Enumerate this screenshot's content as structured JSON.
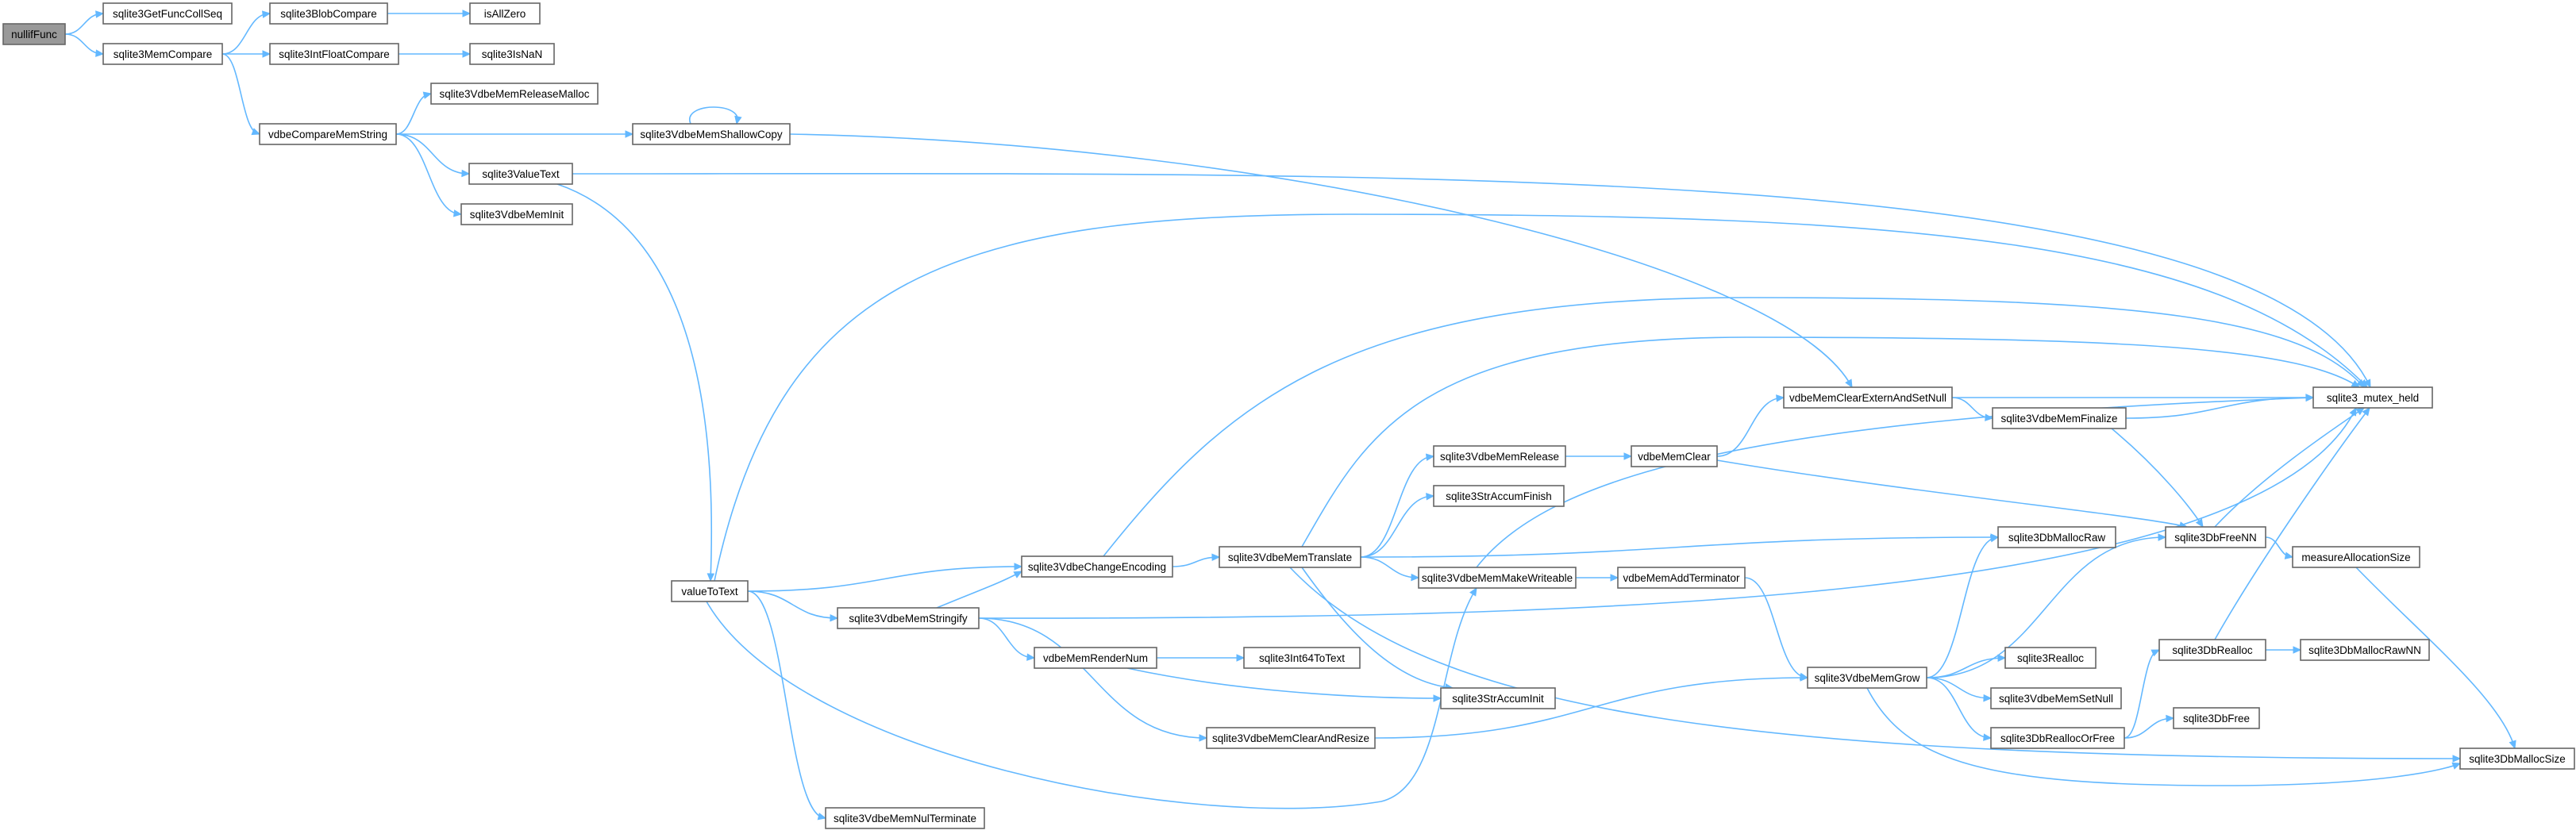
{
  "graph": {
    "root": "nullifFunc",
    "colors": {
      "edge": "#63b8ff",
      "node_border": "#666666",
      "root_fill": "#999999",
      "node_fill": "#ffffff"
    },
    "nodes": [
      {
        "id": "nullifFunc",
        "label": "nullifFunc"
      },
      {
        "id": "sqlite3GetFuncCollSeq",
        "label": "sqlite3GetFuncCollSeq"
      },
      {
        "id": "sqlite3MemCompare",
        "label": "sqlite3MemCompare"
      },
      {
        "id": "sqlite3BlobCompare",
        "label": "sqlite3BlobCompare"
      },
      {
        "id": "isAllZero",
        "label": "isAllZero"
      },
      {
        "id": "sqlite3IntFloatCompare",
        "label": "sqlite3IntFloatCompare"
      },
      {
        "id": "sqlite3IsNaN",
        "label": "sqlite3IsNaN"
      },
      {
        "id": "vdbeCompareMemString",
        "label": "vdbeCompareMemString"
      },
      {
        "id": "sqlite3VdbeMemReleaseMalloc",
        "label": "sqlite3VdbeMemReleaseMalloc"
      },
      {
        "id": "sqlite3VdbeMemShallowCopy",
        "label": "sqlite3VdbeMemShallowCopy"
      },
      {
        "id": "sqlite3ValueText",
        "label": "sqlite3ValueText"
      },
      {
        "id": "sqlite3VdbeMemInit",
        "label": "sqlite3VdbeMemInit"
      },
      {
        "id": "valueToText",
        "label": "valueToText"
      },
      {
        "id": "sqlite3VdbeChangeEncoding",
        "label": "sqlite3VdbeChangeEncoding"
      },
      {
        "id": "sqlite3VdbeMemStringify",
        "label": "sqlite3VdbeMemStringify"
      },
      {
        "id": "sqlite3VdbeMemNulTerminate",
        "label": "sqlite3VdbeMemNulTerminate"
      },
      {
        "id": "sqlite3VdbeMemTranslate",
        "label": "sqlite3VdbeMemTranslate"
      },
      {
        "id": "vdbeMemRenderNum",
        "label": "vdbeMemRenderNum"
      },
      {
        "id": "sqlite3VdbeMemClearAndResize",
        "label": "sqlite3VdbeMemClearAndResize"
      },
      {
        "id": "sqlite3Int64ToText",
        "label": "sqlite3Int64ToText"
      },
      {
        "id": "sqlite3StrAccumInit",
        "label": "sqlite3StrAccumInit"
      },
      {
        "id": "sqlite3VdbeMemRelease",
        "label": "sqlite3VdbeMemRelease"
      },
      {
        "id": "sqlite3StrAccumFinish",
        "label": "sqlite3StrAccumFinish"
      },
      {
        "id": "sqlite3VdbeMemMakeWriteable",
        "label": "sqlite3VdbeMemMakeWriteable"
      },
      {
        "id": "vdbeMemClear",
        "label": "vdbeMemClear"
      },
      {
        "id": "vdbeMemAddTerminator",
        "label": "vdbeMemAddTerminator"
      },
      {
        "id": "sqlite3VdbeMemGrow",
        "label": "sqlite3VdbeMemGrow"
      },
      {
        "id": "vdbeMemClearExternAndSetNull",
        "label": "vdbeMemClearExternAndSetNull"
      },
      {
        "id": "sqlite3VdbeMemFinalize",
        "label": "sqlite3VdbeMemFinalize"
      },
      {
        "id": "sqlite3DbMallocRaw",
        "label": "sqlite3DbMallocRaw"
      },
      {
        "id": "sqlite3Realloc",
        "label": "sqlite3Realloc"
      },
      {
        "id": "sqlite3VdbeMemSetNull",
        "label": "sqlite3VdbeMemSetNull"
      },
      {
        "id": "sqlite3DbReallocOrFree",
        "label": "sqlite3DbReallocOrFree"
      },
      {
        "id": "sqlite3DbFree",
        "label": "sqlite3DbFree"
      },
      {
        "id": "sqlite3DbFreeNN",
        "label": "sqlite3DbFreeNN"
      },
      {
        "id": "sqlite3DbRealloc",
        "label": "sqlite3DbRealloc"
      },
      {
        "id": "measureAllocationSize",
        "label": "measureAllocationSize"
      },
      {
        "id": "sqlite3DbMallocRawNN",
        "label": "sqlite3DbMallocRawNN"
      },
      {
        "id": "sqlite3_mutex_held",
        "label": "sqlite3_mutex_held"
      },
      {
        "id": "sqlite3DbMallocSize",
        "label": "sqlite3DbMallocSize"
      }
    ],
    "edges": [
      [
        "nullifFunc",
        "sqlite3GetFuncCollSeq"
      ],
      [
        "nullifFunc",
        "sqlite3MemCompare"
      ],
      [
        "sqlite3MemCompare",
        "sqlite3BlobCompare"
      ],
      [
        "sqlite3BlobCompare",
        "isAllZero"
      ],
      [
        "sqlite3MemCompare",
        "sqlite3IntFloatCompare"
      ],
      [
        "sqlite3IntFloatCompare",
        "sqlite3IsNaN"
      ],
      [
        "sqlite3MemCompare",
        "vdbeCompareMemString"
      ],
      [
        "vdbeCompareMemString",
        "sqlite3VdbeMemReleaseMalloc"
      ],
      [
        "vdbeCompareMemString",
        "sqlite3VdbeMemShallowCopy"
      ],
      [
        "vdbeCompareMemString",
        "sqlite3ValueText"
      ],
      [
        "vdbeCompareMemString",
        "sqlite3VdbeMemInit"
      ],
      [
        "sqlite3VdbeMemShallowCopy",
        "sqlite3VdbeMemShallowCopy"
      ],
      [
        "sqlite3VdbeMemShallowCopy",
        "vdbeMemClearExternAndSetNull"
      ],
      [
        "sqlite3ValueText",
        "sqlite3_mutex_held"
      ],
      [
        "sqlite3ValueText",
        "valueToText"
      ],
      [
        "valueToText",
        "sqlite3_mutex_held"
      ],
      [
        "valueToText",
        "sqlite3VdbeChangeEncoding"
      ],
      [
        "valueToText",
        "sqlite3VdbeMemStringify"
      ],
      [
        "valueToText",
        "sqlite3VdbeMemMakeWriteable"
      ],
      [
        "valueToText",
        "sqlite3VdbeMemNulTerminate"
      ],
      [
        "sqlite3VdbeChangeEncoding",
        "sqlite3_mutex_held"
      ],
      [
        "sqlite3VdbeChangeEncoding",
        "sqlite3VdbeMemTranslate"
      ],
      [
        "sqlite3VdbeMemStringify",
        "sqlite3VdbeChangeEncoding"
      ],
      [
        "sqlite3VdbeMemStringify",
        "sqlite3_mutex_held"
      ],
      [
        "sqlite3VdbeMemStringify",
        "vdbeMemRenderNum"
      ],
      [
        "sqlite3VdbeMemStringify",
        "sqlite3VdbeMemClearAndResize"
      ],
      [
        "vdbeMemRenderNum",
        "sqlite3Int64ToText"
      ],
      [
        "vdbeMemRenderNum",
        "sqlite3StrAccumInit"
      ],
      [
        "sqlite3VdbeMemClearAndResize",
        "sqlite3VdbeMemGrow"
      ],
      [
        "sqlite3VdbeMemTranslate",
        "sqlite3_mutex_held"
      ],
      [
        "sqlite3VdbeMemTranslate",
        "sqlite3VdbeMemRelease"
      ],
      [
        "sqlite3VdbeMemTranslate",
        "sqlite3StrAccumFinish"
      ],
      [
        "sqlite3VdbeMemTranslate",
        "sqlite3DbMallocRaw"
      ],
      [
        "sqlite3VdbeMemTranslate",
        "sqlite3VdbeMemMakeWriteable"
      ],
      [
        "sqlite3VdbeMemTranslate",
        "sqlite3StrAccumInit"
      ],
      [
        "sqlite3VdbeMemTranslate",
        "sqlite3DbMallocSize"
      ],
      [
        "sqlite3VdbeMemRelease",
        "vdbeMemClear"
      ],
      [
        "vdbeMemClear",
        "vdbeMemClearExternAndSetNull"
      ],
      [
        "vdbeMemClear",
        "sqlite3DbFreeNN"
      ],
      [
        "sqlite3VdbeMemMakeWriteable",
        "sqlite3_mutex_held"
      ],
      [
        "sqlite3VdbeMemMakeWriteable",
        "vdbeMemAddTerminator"
      ],
      [
        "vdbeMemAddTerminator",
        "sqlite3VdbeMemGrow"
      ],
      [
        "vdbeMemClearExternAndSetNull",
        "sqlite3_mutex_held"
      ],
      [
        "vdbeMemClearExternAndSetNull",
        "sqlite3VdbeMemFinalize"
      ],
      [
        "sqlite3VdbeMemFinalize",
        "sqlite3_mutex_held"
      ],
      [
        "sqlite3VdbeMemFinalize",
        "sqlite3DbFreeNN"
      ],
      [
        "sqlite3VdbeMemGrow",
        "sqlite3DbMallocRaw"
      ],
      [
        "sqlite3VdbeMemGrow",
        "sqlite3DbFreeNN"
      ],
      [
        "sqlite3VdbeMemGrow",
        "sqlite3Realloc"
      ],
      [
        "sqlite3VdbeMemGrow",
        "sqlite3VdbeMemSetNull"
      ],
      [
        "sqlite3VdbeMemGrow",
        "sqlite3DbReallocOrFree"
      ],
      [
        "sqlite3VdbeMemGrow",
        "sqlite3DbMallocSize"
      ],
      [
        "sqlite3DbReallocOrFree",
        "sqlite3DbRealloc"
      ],
      [
        "sqlite3DbReallocOrFree",
        "sqlite3DbFree"
      ],
      [
        "sqlite3DbRealloc",
        "sqlite3_mutex_held"
      ],
      [
        "sqlite3DbRealloc",
        "sqlite3DbMallocRawNN"
      ],
      [
        "sqlite3DbFreeNN",
        "sqlite3_mutex_held"
      ],
      [
        "sqlite3DbFreeNN",
        "measureAllocationSize"
      ],
      [
        "measureAllocationSize",
        "sqlite3DbMallocSize"
      ]
    ]
  }
}
